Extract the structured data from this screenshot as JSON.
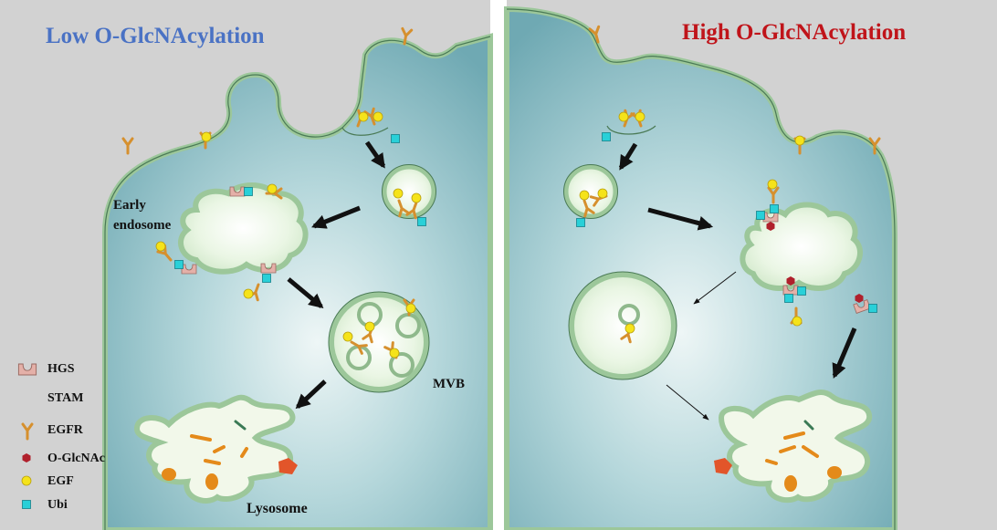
{
  "panels": {
    "left": {
      "title": "Low O-GlcNAcylation",
      "title_color": "#4a72c4"
    },
    "right": {
      "title": "High O-GlcNAcylation",
      "title_color": "#c0141a"
    }
  },
  "labels": {
    "early_endosome_line1": "Early",
    "early_endosome_line2": "endosome",
    "mvb": "MVB",
    "lysosome": "Lysosome"
  },
  "legend": [
    {
      "icon": "hgs-icon",
      "label": "HGS",
      "color": "#e4b0a8"
    },
    {
      "icon": "stam-icon",
      "label": "STAM",
      "color": "#1f4fa8"
    },
    {
      "icon": "egfr-icon",
      "label": "EGFR",
      "color": "#d6902e"
    },
    {
      "icon": "o-glcnac-icon",
      "label": "O-GlcNAc",
      "color": "#b0202c"
    },
    {
      "icon": "egf-icon",
      "label": "EGF",
      "color": "#f5e31a"
    },
    {
      "icon": "ubi-icon",
      "label": "Ubi",
      "color": "#29d0d8"
    }
  ],
  "colors": {
    "cytoplasm": "#7fb8c0",
    "membrane": "#9cc79a",
    "vesicle_fill": "#e2f2dc",
    "arrow": "#111111",
    "background": "#d2d2d2"
  }
}
